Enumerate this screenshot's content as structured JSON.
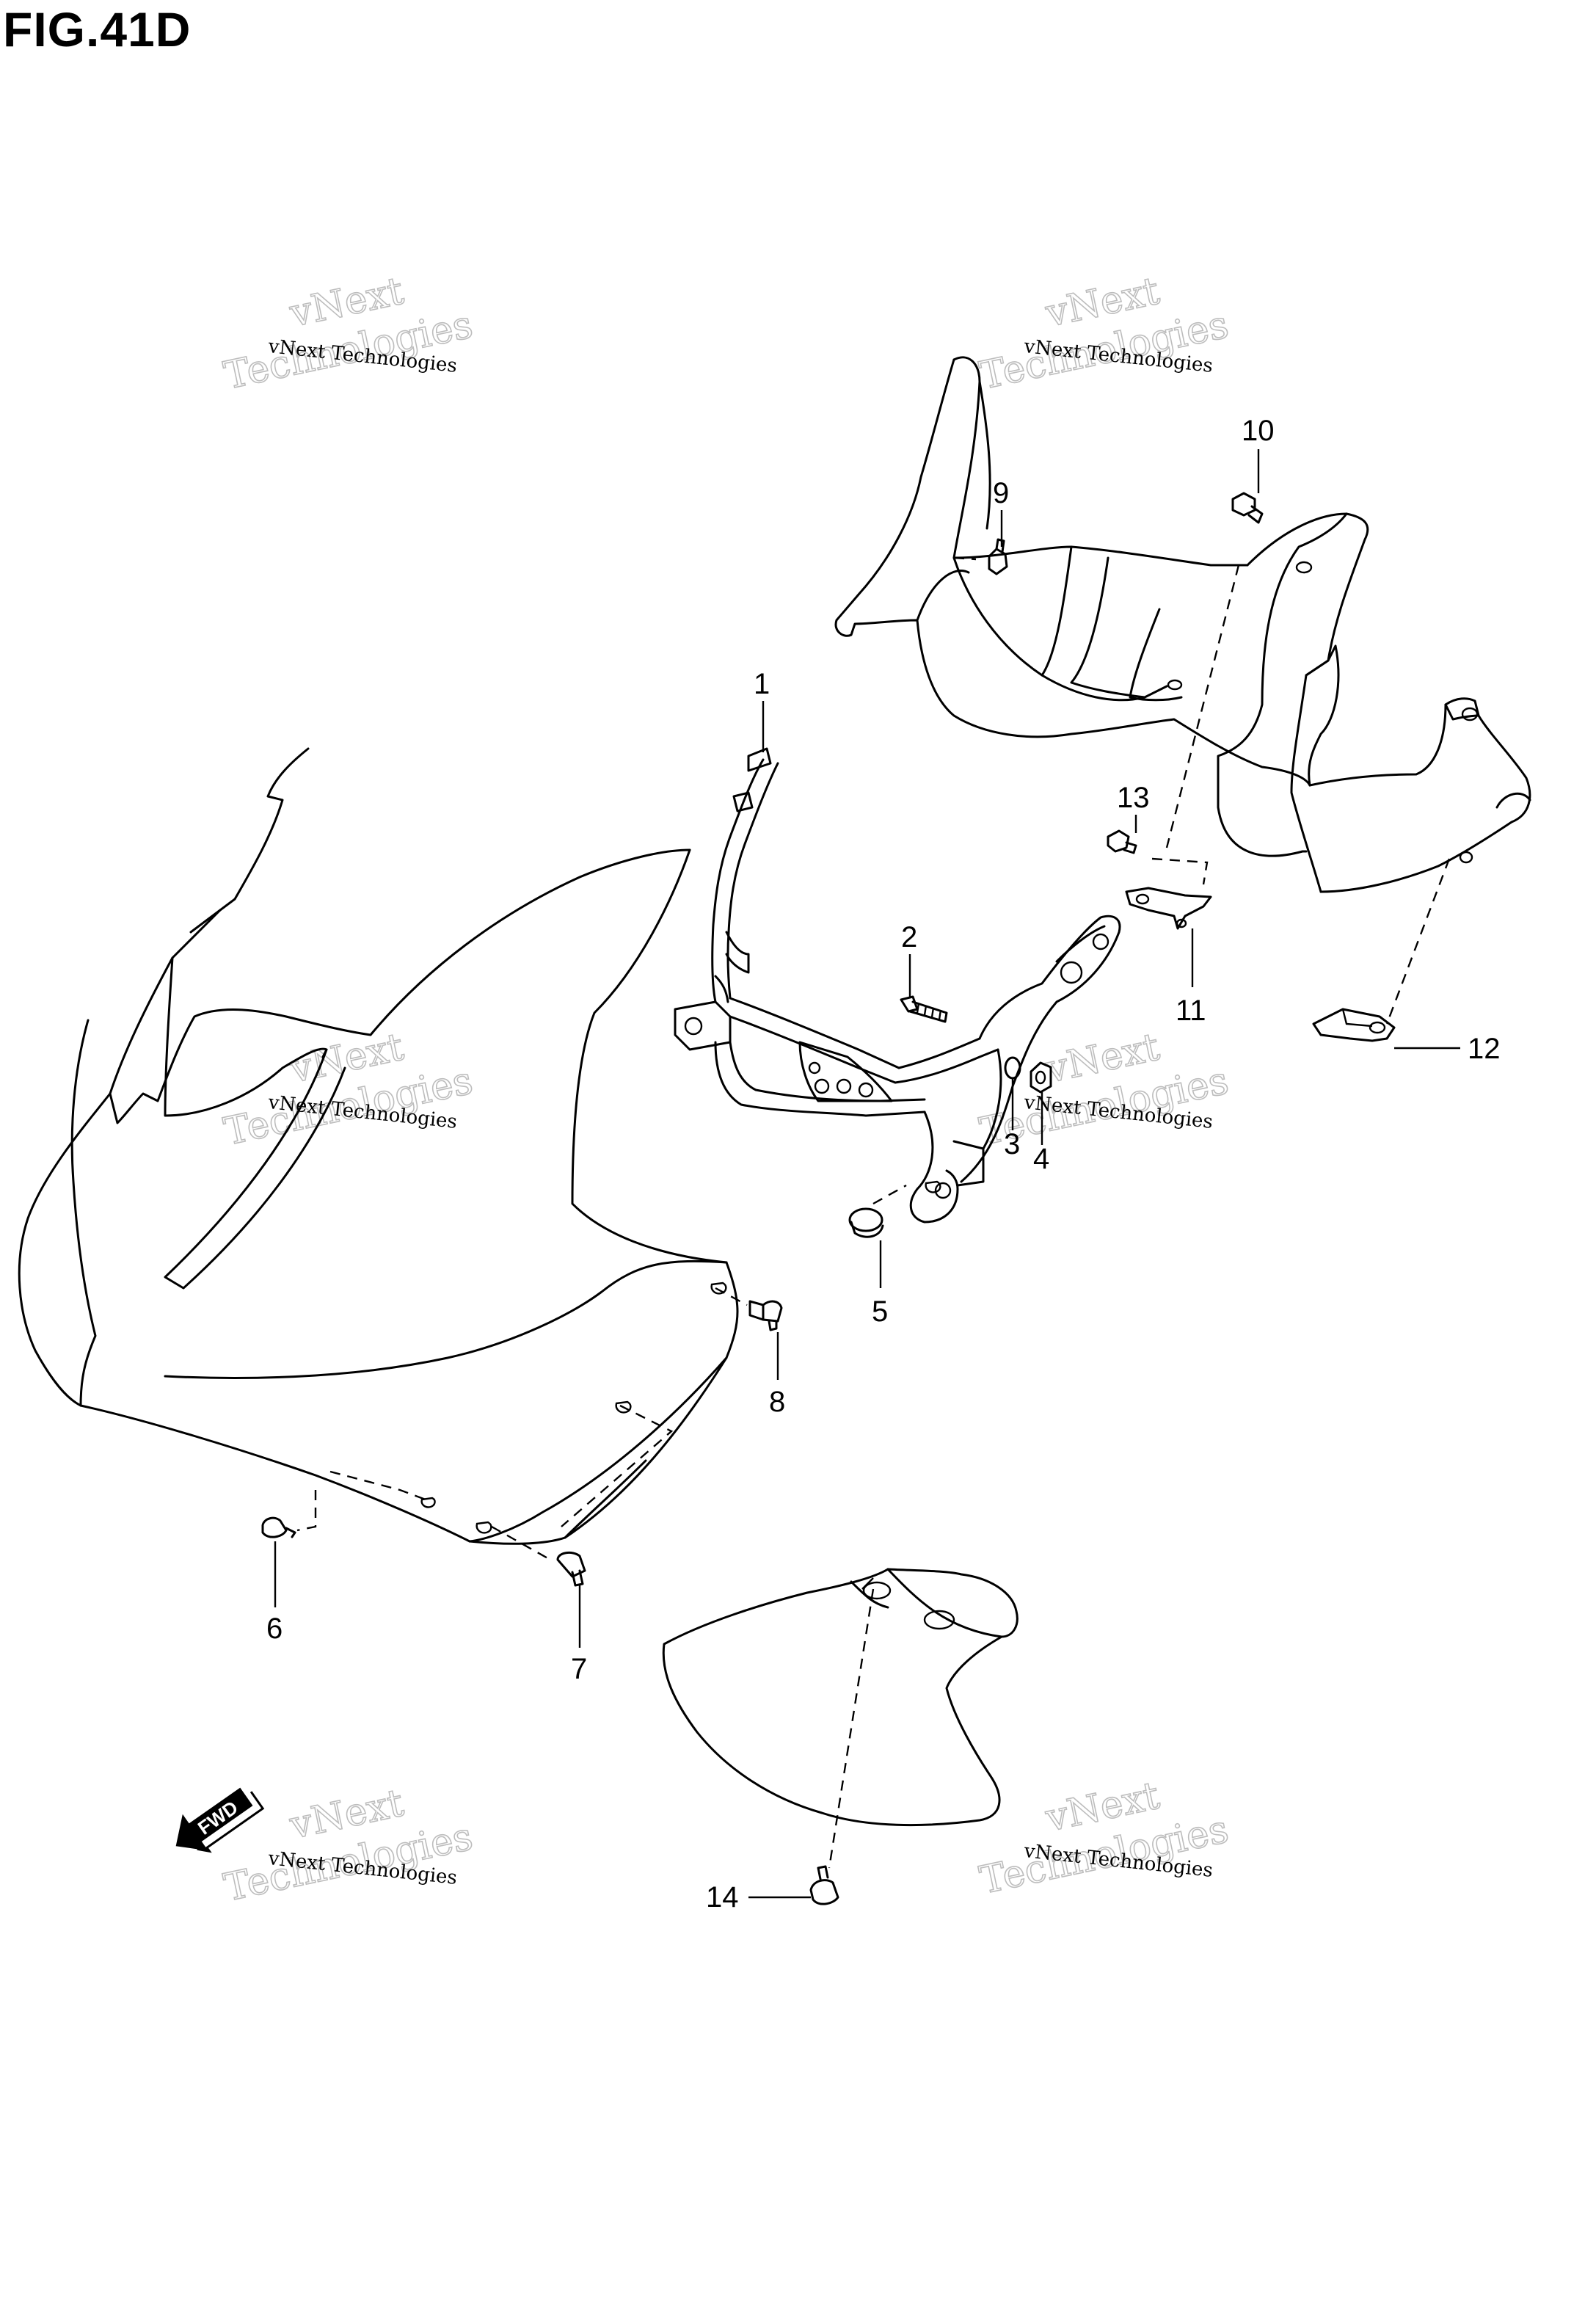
{
  "title": "FIG.41D",
  "watermark": {
    "line1": "vNext Technologies",
    "line2": "vNext",
    "line3": "Technologies"
  },
  "fwd_label": "FWD",
  "callouts": [
    {
      "id": "1",
      "label": "1"
    },
    {
      "id": "2",
      "label": "2"
    },
    {
      "id": "3",
      "label": "3"
    },
    {
      "id": "4",
      "label": "4"
    },
    {
      "id": "5",
      "label": "5"
    },
    {
      "id": "6",
      "label": "6"
    },
    {
      "id": "7",
      "label": "7"
    },
    {
      "id": "8",
      "label": "8"
    },
    {
      "id": "9",
      "label": "9"
    },
    {
      "id": "10",
      "label": "10"
    },
    {
      "id": "11",
      "label": "11"
    },
    {
      "id": "12",
      "label": "12"
    },
    {
      "id": "13",
      "label": "13"
    },
    {
      "id": "14",
      "label": "14"
    }
  ]
}
